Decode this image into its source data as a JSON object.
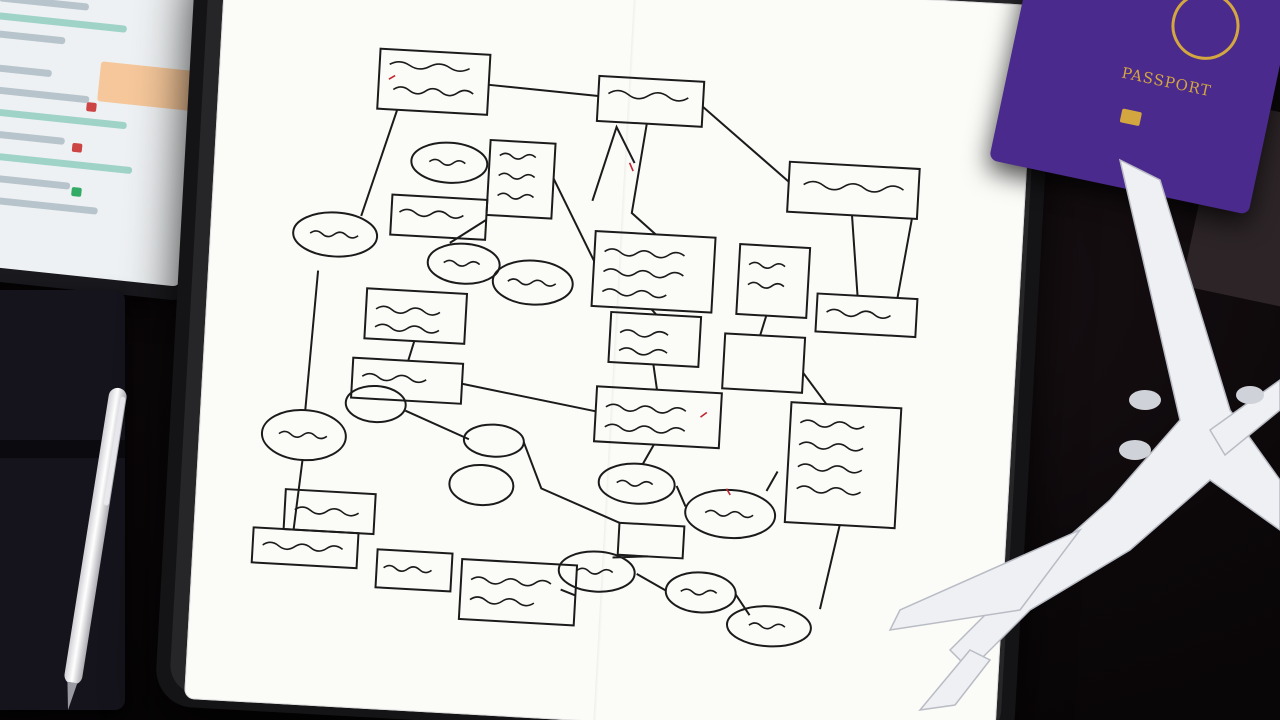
{
  "scene": {
    "description_tags": [
      "tablet",
      "flowchart-paper",
      "passport",
      "airplane-model",
      "pen",
      "notebook"
    ],
    "colors": {
      "desk": "#0b0709",
      "paper": "#fbfbf8",
      "ink": "#1b1b1b",
      "accent_ink": "#c0262f",
      "passport": "#4a2a8c",
      "passport_gold": "#d4a640",
      "plane": "#eef0f4"
    }
  },
  "passport": {
    "label": "PASSPORT"
  }
}
